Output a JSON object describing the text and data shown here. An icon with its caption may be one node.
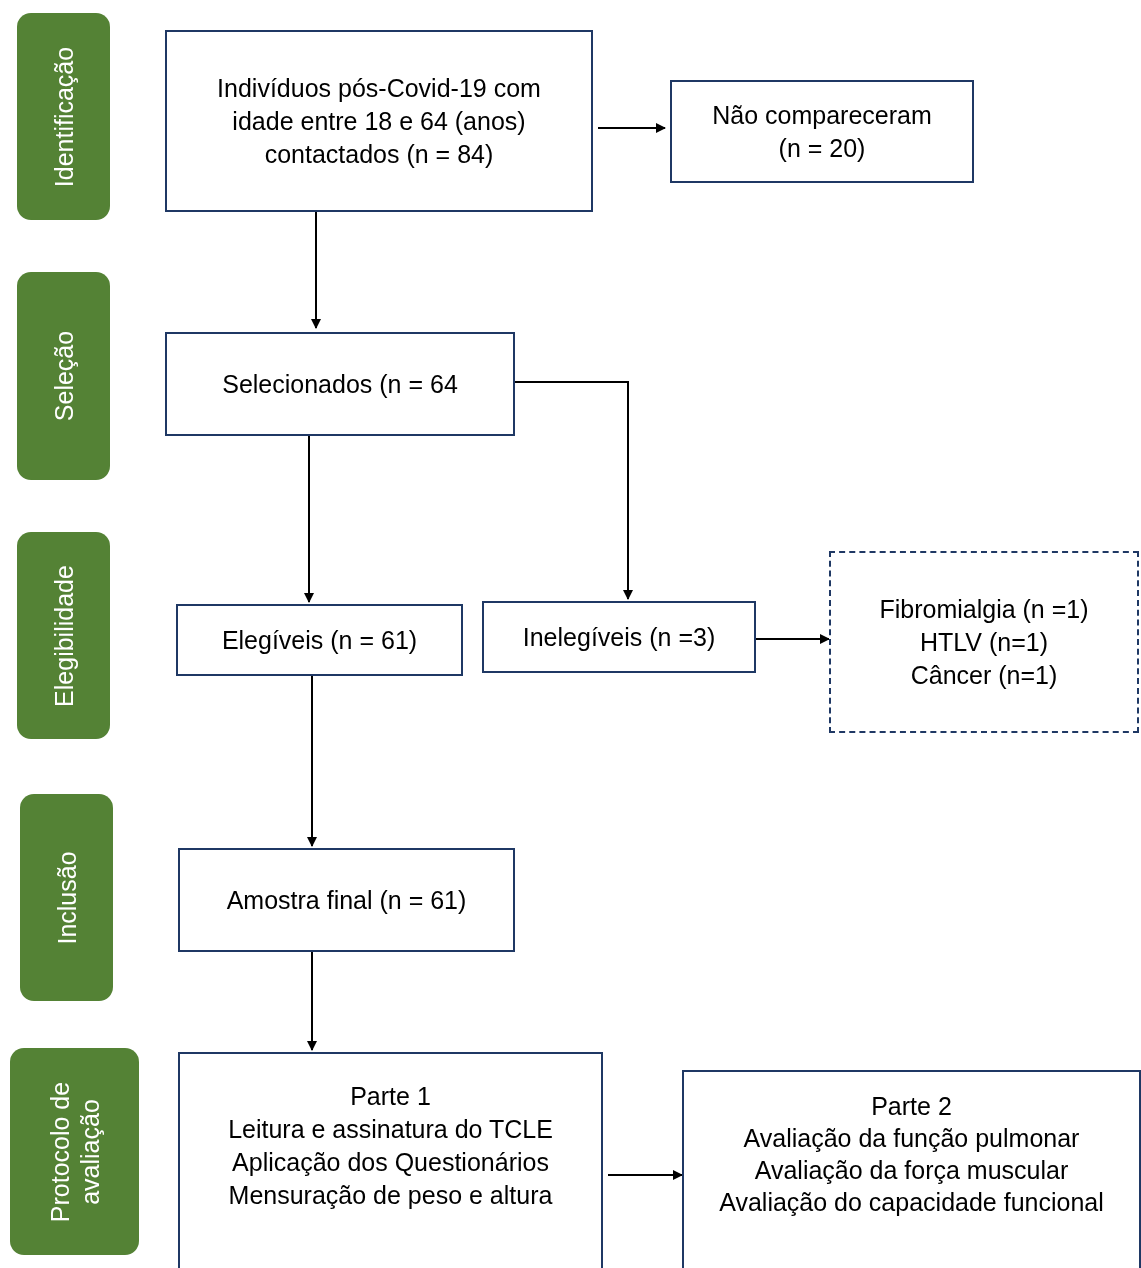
{
  "diagram": {
    "nodes": [
      {
        "text": [
          "Identificação"
        ]
      },
      {
        "text": [
          "Seleção"
        ]
      },
      {
        "text": [
          "Elegibilidade"
        ]
      },
      {
        "text": [
          "Inclusão"
        ]
      },
      {
        "text": [
          "Protocolo de avaliação"
        ]
      },
      {
        "text": [
          "Indivíduos pós-Covid-19 com idade entre 18 e 64 (anos) contactados (n = 84)"
        ]
      },
      {
        "text": [
          "Não compareceram (n = 20)"
        ]
      },
      {
        "text": [
          "Selecionados (n = 64"
        ]
      },
      {
        "text": [
          "Elegíveis (n = 61)"
        ]
      },
      {
        "text": [
          "Inelegíveis (n =3)"
        ]
      },
      {
        "text": [
          "Fibromialgia (n =1)",
          "HTLV (n=1)",
          "Câncer (n=1)"
        ]
      },
      {
        "text": [
          "Amostra final (n = 61)"
        ]
      },
      {
        "text": [
          "Parte 1",
          "Leitura e assinatura do TCLE",
          "Aplicação dos Questionários",
          "Mensuração de peso e altura"
        ]
      },
      {
        "text": [
          "Parte 2",
          "Avaliação da função pulmonar",
          "Avaliação da força muscular",
          "Avaliação do capacidade funcional"
        ]
      }
    ],
    "edges": [
      {
        "from": 5,
        "to": 6,
        "arrow": "to"
      },
      {
        "from": 5,
        "to": 7,
        "arrow": "to"
      },
      {
        "from": 7,
        "to": 8,
        "arrow": "to"
      },
      {
        "from": 7,
        "to": 9,
        "arrow": "to"
      },
      {
        "from": 9,
        "to": 10,
        "arrow": "to"
      },
      {
        "from": 8,
        "to": 11,
        "arrow": "to"
      },
      {
        "from": 11,
        "to": 12,
        "arrow": "to"
      },
      {
        "from": 12,
        "to": 13,
        "arrow": "to"
      }
    ]
  }
}
